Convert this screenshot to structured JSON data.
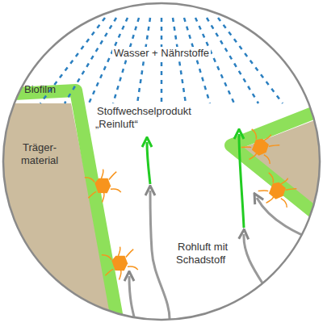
{
  "diagram": {
    "labels": [
      "Wasser + Nährstoffe",
      "Biofilm",
      "Stoffwechselprodukt „Reinluft“",
      "Träger- material",
      "Rohluft mit Schadstoff"
    ]
  }
}
